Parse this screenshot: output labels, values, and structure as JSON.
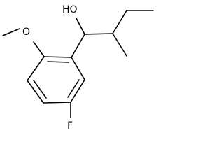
{
  "molecule": {
    "atoms": {
      "hydroxyl": "HO",
      "methoxy_oxygen": "O",
      "fluorine": "F"
    }
  }
}
